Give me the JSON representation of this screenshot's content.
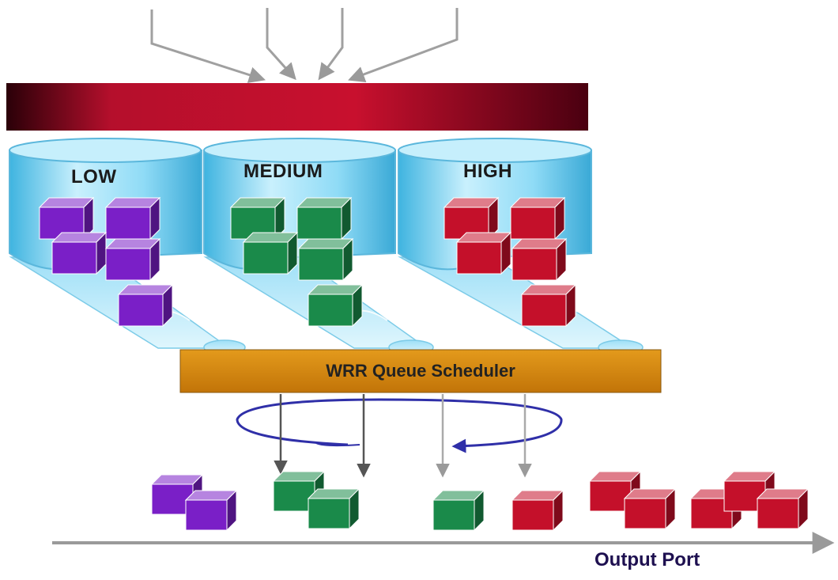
{
  "queues": [
    {
      "label": "LOW",
      "color": "#7a1fc7"
    },
    {
      "label": "MEDIUM",
      "color": "#1a8a4a"
    },
    {
      "label": "HIGH",
      "color": "#c4102a"
    }
  ],
  "scheduler": {
    "label": "WRR Queue Scheduler",
    "color": "#d1860a"
  },
  "output": {
    "label": "Output Port"
  },
  "colors": {
    "classifier_bar": "#c0102e",
    "queue_fill": "#9fe0f7",
    "queue_edge": "#5bb7dc",
    "arrow": "#a8a8a8",
    "round_robin": "#2f2fa8"
  }
}
